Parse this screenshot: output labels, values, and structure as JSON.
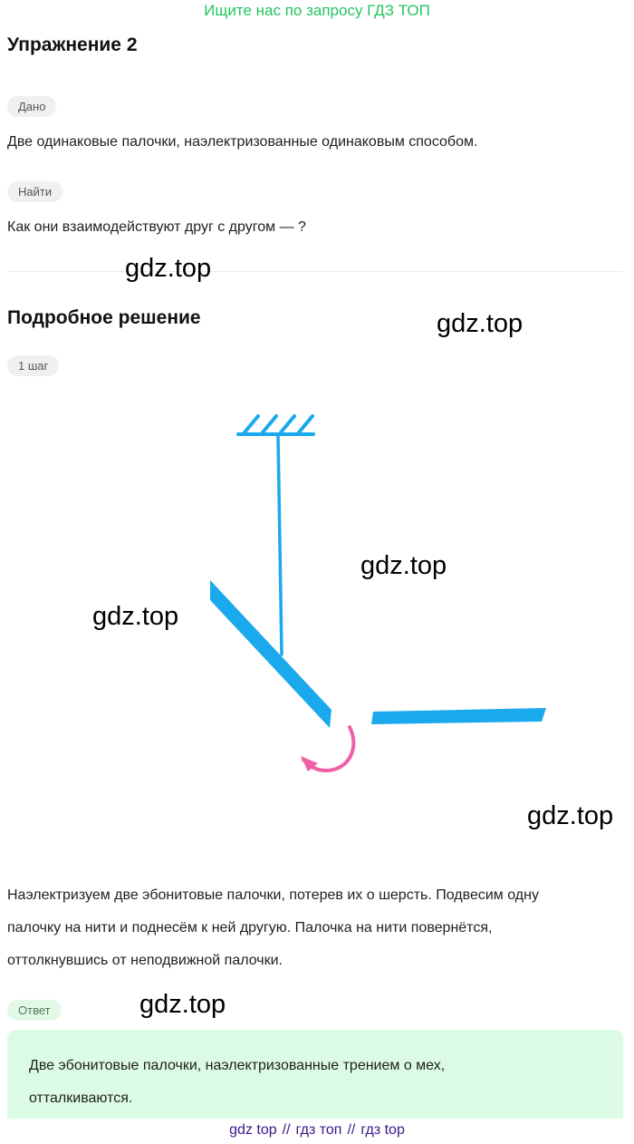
{
  "banner": "Ищите нас по запросу ГДЗ ТОП",
  "exercise": {
    "title": "Упражнение 2",
    "given_label": "Дано",
    "given_text": "Две одинаковые палочки, наэлектризованные одинаковым способом.",
    "find_label": "Найти",
    "find_text": "Как они взаимодействуют друг с другом — ?"
  },
  "solution": {
    "title": "Подробное решение",
    "step_label": "1 шаг",
    "lines": [
      "Наэлектризуем две эбонитовые палочки, потерев их о шерсть. Подвесим одну",
      "палочку на нити и поднесём к ней другую. Палочка на нити повернётся,",
      "оттолкнувшись от неподвижной палочки."
    ]
  },
  "answer": {
    "label": "Ответ",
    "lines": [
      "Две эбонитовые палочки, наэлектризованные трением о мех,",
      "отталкиваются."
    ]
  },
  "watermark": "gdz.top",
  "footer": {
    "links": [
      "gdz top",
      "гдз топ",
      "гдз top"
    ],
    "separator": "//"
  },
  "colors": {
    "banner": "#22c55e",
    "diagram_blue": "#1aa9ec",
    "rotation_arrow": "#ef5fa7",
    "answer_bg": "#dcfbe4"
  }
}
